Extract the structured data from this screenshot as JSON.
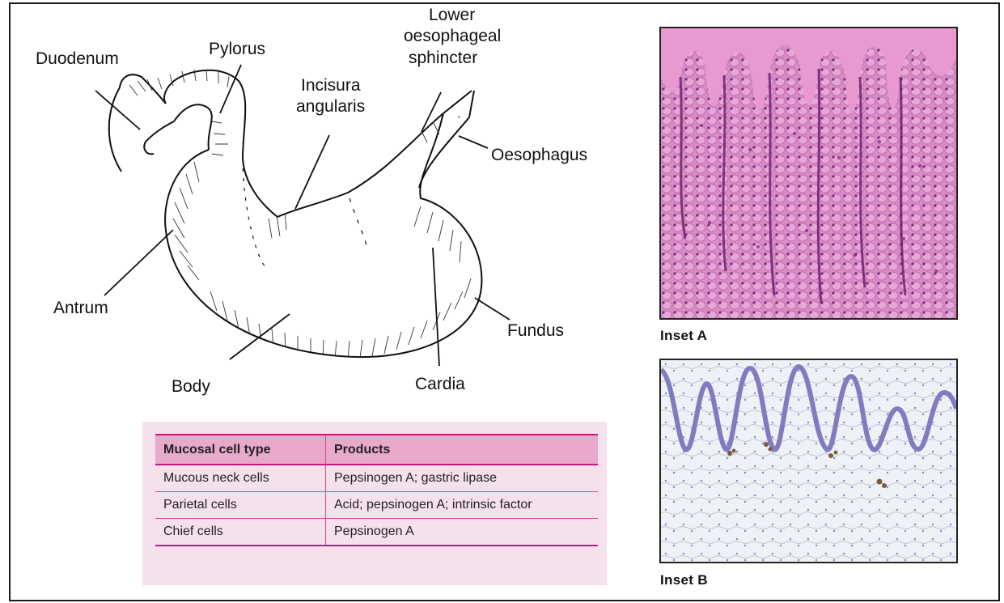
{
  "labels": {
    "duodenum": "Duodenum",
    "pylorus": "Pylorus",
    "incisura_line1": "Incisura",
    "incisura_line2": "angularis",
    "les_line1": "Lower",
    "les_line2": "oesophageal",
    "les_line3": "sphincter",
    "oesophagus": "Oesophagus",
    "antrum": "Antrum",
    "fundus": "Fundus",
    "body": "Body",
    "cardia": "Cardia"
  },
  "table": {
    "headers": [
      "Mucosal cell type",
      "Products"
    ],
    "rows": [
      [
        "Mucous neck cells",
        "Pepsinogen A; gastric lipase"
      ],
      [
        "Parietal cells",
        "Acid; pepsinogen A; intrinsic factor"
      ],
      [
        "Chief cells",
        "Pepsinogen A"
      ]
    ]
  },
  "insets": {
    "a_caption": "Inset A",
    "b_caption": "Inset B"
  },
  "colors": {
    "accent": "#c2197a",
    "table_bg": "#f5e1ec",
    "header_bg": "#e8a9cb",
    "he_stain_pink": "#d77fbf",
    "he_stain_nuclei": "#7a2a78",
    "ihc_background": "#e8ecf3",
    "ihc_hematoxylin": "#7f7cc0",
    "ihc_brown": "#6b4020"
  }
}
